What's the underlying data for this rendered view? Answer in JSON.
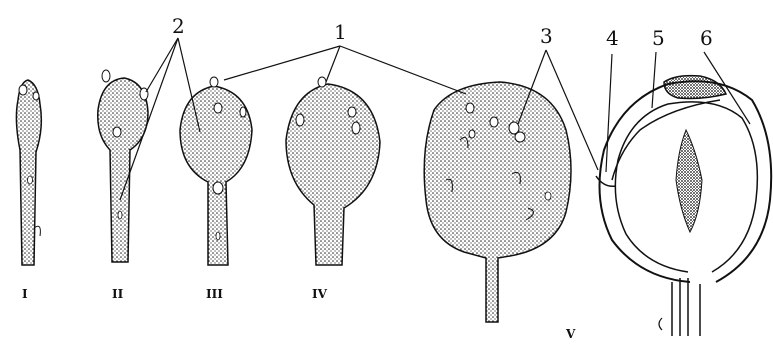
{
  "figure": {
    "callout_labels": [
      {
        "id": "1",
        "text": "1"
      },
      {
        "id": "2",
        "text": "2"
      },
      {
        "id": "3",
        "text": "3"
      },
      {
        "id": "4",
        "text": "4"
      },
      {
        "id": "5",
        "text": "5"
      },
      {
        "id": "6",
        "text": "6"
      }
    ],
    "stage_labels": [
      "I",
      "II",
      "III",
      "IV",
      "V"
    ],
    "colors": {
      "ink": "#111111",
      "stipple": "#222222",
      "background": "#ffffff"
    }
  }
}
